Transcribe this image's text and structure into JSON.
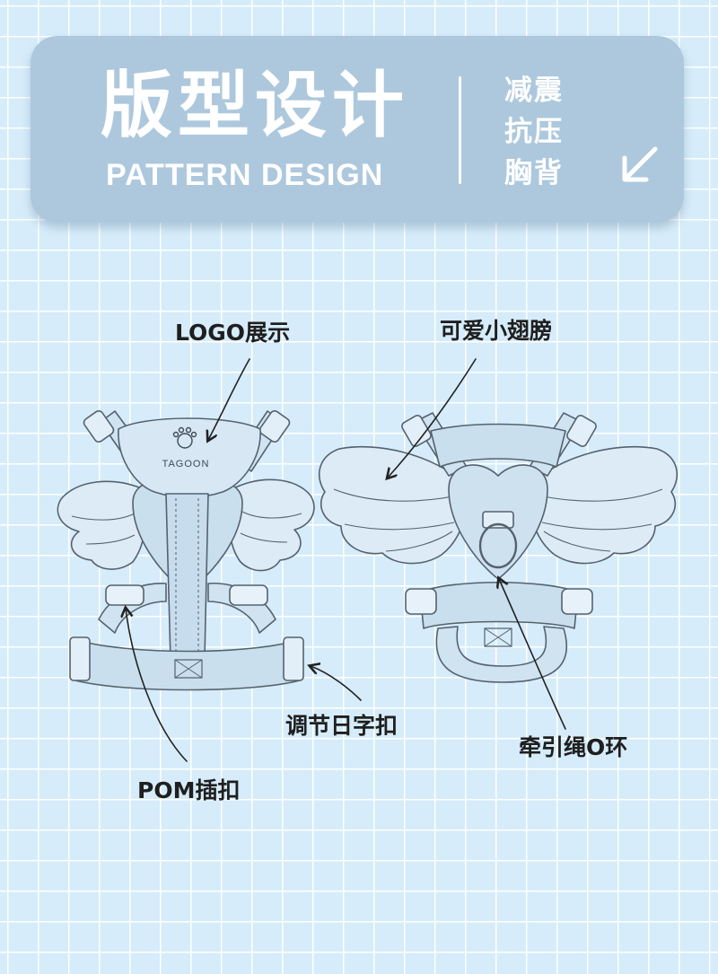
{
  "banner": {
    "title_cn": "版型设计",
    "title_en": "PATTERN DESIGN",
    "features": [
      "减震",
      "抗压",
      "胸背"
    ],
    "corner_icon": "arrow-down-left-icon"
  },
  "illustration": {
    "logo_text": "TAGOON",
    "logo_icon": "paw-print-icon"
  },
  "callouts": {
    "logo": "LOGO展示",
    "wings": "可爱小翅膀",
    "adjuster": "调节日字扣",
    "leash_ring": "牵引绳O环",
    "buckle": "POM插扣"
  },
  "colors": {
    "banner": "#adc8dd",
    "background": "#d6ecfa",
    "grid": "#ffffff",
    "text_white": "#ffffff",
    "label_text": "#1f1f1f",
    "sketch": "#55626e"
  }
}
